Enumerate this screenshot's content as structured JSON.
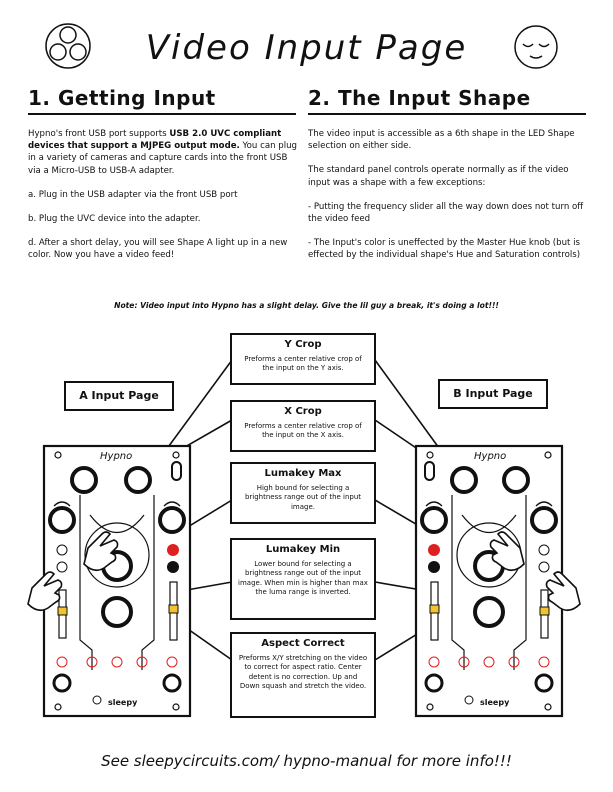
{
  "page_title": "Video Input Page",
  "section1": {
    "heading": "1. Getting Input",
    "intro_pre": "Hypno's front USB port supports ",
    "intro_bold": "USB 2.0 UVC compliant devices that support a MJPEG output mode.",
    "intro_post": " You can plug in a variety of cameras and capture cards into the front USB via a Micro-USB to USB-A adapter.",
    "step_a": "a. Plug in the USB adapter via the front USB port",
    "step_b": "b. Plug the UVC device into the adapter.",
    "step_d": "d. After a short delay, you will see Shape A light up in a new color. Now you have a video feed!"
  },
  "section2": {
    "heading": "2. The Input Shape",
    "p1": "The video input is accessible as a 6th shape in the LED Shape selection on either side.",
    "p2": "The standard panel controls operate normally as if the video input was a shape with a few exceptions:",
    "p3": "- Putting the frequency slider all the way down does not turn off the video feed",
    "p4": "- The Input's color is uneffected by the Master Hue knob (but is effected by the individual shape's Hue and Saturation controls)"
  },
  "note": "Note: Video input into Hypno has a slight delay. Give the lil guy a break, it's doing a lot!!!",
  "diagram": {
    "a_label": "A Input Page",
    "b_label": "B Input Page",
    "panel_brand": "Hypno",
    "panel_footer": "sleepy",
    "boxes": [
      {
        "title": "Y Crop",
        "desc": "Preforms a center relative crop of the input on the Y axis."
      },
      {
        "title": "X Crop",
        "desc": "Preforms a center relative crop of the input on the X axis."
      },
      {
        "title": "Lumakey Max",
        "desc": "High bound for selecting a brightness range out of the input image."
      },
      {
        "title": "Lumakey Min",
        "desc": "Lower bound for selecting a brightness range out of the input image. When min is higher than max the luma range is inverted."
      },
      {
        "title": "Aspect Correct",
        "desc": "Preforms X/Y stretching on the video to correct for aspect ratio. Center detent is no correction. Up and Down squash and stretch the video."
      }
    ]
  },
  "footer": "See sleepycircuits.com/ hypno-manual for more info!!!",
  "colors": {
    "ink": "#111111",
    "red_led": "#e02020",
    "slider_yellow": "#f2c230"
  }
}
